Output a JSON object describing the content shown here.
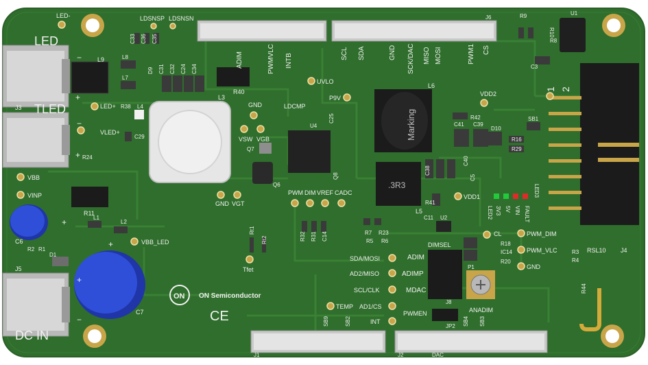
{
  "board": {
    "colors": {
      "pcb": "#2f6e2c",
      "pcb_dark": "#245a22",
      "silk": "#f2f2f2",
      "copper": "#c9a54a",
      "pad": "#d9c07a",
      "header_black": "#1b1b1b",
      "cap_blue": "#2f4fd8"
    },
    "company": "ON Semiconductor",
    "mark": "CE",
    "connectors": {
      "led": "LED",
      "tled": "TLED",
      "dc_in": "DC IN",
      "j3": "J3",
      "j5": "J5",
      "j6": "J6",
      "j4": "J4",
      "j1": "J1",
      "j2": "J2"
    },
    "top_header_labels": [
      "ADIM",
      "PWMVLC",
      "INTB",
      "SCL",
      "SDA",
      "GND",
      "SCK/DAC",
      "MISO",
      "MOSI",
      "PWM1",
      "CS"
    ],
    "test_points": {
      "led_minus": "LED-",
      "ldsnsp": "LDSNSP",
      "ldsnsn": "LDSNSN",
      "led_plus": "LED+",
      "vled_plus": "VLED+",
      "vbb": "VBB",
      "vinp": "VINP",
      "vbb_led": "VBB_LED",
      "uvlo": "UVLO",
      "p9v": "P9V",
      "gnd_top": "GND",
      "ldcmp": "LDCMP",
      "vsw": "VSW",
      "vgb": "VGB",
      "gnd_bot": "GND",
      "vgt": "VGT",
      "pwm": "PWM",
      "dim": "DIM",
      "vref": "VREF",
      "cadc": "CADC",
      "vdd1": "VDD1",
      "vdd2": "VDD2",
      "tfet": "Tfet",
      "pwm_dim": "PWM_DIM",
      "pwm_vlc": "PWM_VLC",
      "gnd_right": "GND",
      "cl": "CL"
    },
    "spi_labels": [
      "SDA/MOSI",
      "AD2/MISO",
      "SCL/CLK",
      "TEMP",
      "AD1/CS",
      "INT"
    ],
    "dimsel": {
      "title": "DIMSEL",
      "options": [
        "ADIM",
        "ADIMP",
        "MDAC"
      ],
      "pwmen": "PWMEN",
      "j8": "J8",
      "jp2": "JP2",
      "p1": "P1",
      "anadim": "ANADIM"
    },
    "inductors": {
      "l6_marking": "Marking",
      "l5_marking": ".3R3",
      "l6": "L6",
      "l5": "L5",
      "l3": "L3",
      "l9": "L9",
      "l8": "L8",
      "l7": "L7",
      "l4": "L4",
      "l1": "L1",
      "l2": "L2"
    },
    "led_indicators": {
      "labels": [
        "LED2",
        "3V3",
        "5V",
        "VIN",
        "FAULT",
        "LED3"
      ],
      "colors": [
        "#22c93a",
        "#22c93a",
        "#e02a2a",
        "#e02a2a"
      ]
    },
    "refdes": {
      "c33": "C33",
      "c36": "C36",
      "c35": "C35",
      "c31": "C31",
      "c32": "C32",
      "c24": "C24",
      "c34": "C34",
      "d9": "D9",
      "r40": "R40",
      "r38": "R38",
      "c29": "C29",
      "r24": "R24",
      "u4": "U4",
      "q7": "Q7",
      "q6": "Q6",
      "c25": "C25",
      "q8": "Q8",
      "r42": "R42",
      "c41": "C41",
      "c39": "C39",
      "d10": "D10",
      "sb1": "SB1",
      "r16": "R16",
      "r29": "R29",
      "c38": "C38",
      "c40": "C40",
      "c5": "C5",
      "r41": "R41",
      "r11": "R11",
      "c6": "C6",
      "r2": "R2",
      "r1": "R1",
      "d1": "D1",
      "c7": "C7",
      "rt1": "Rt1",
      "rt2": "Rt2",
      "r32": "R32",
      "r31": "R31",
      "c14": "C14",
      "r7": "R7",
      "r5": "R5",
      "r23": "R23",
      "r6": "R6",
      "c11": "C11",
      "u2": "U2",
      "d1b": "D1",
      "r9": "R9",
      "u1": "U1",
      "r10": "R10",
      "r8": "R8",
      "c3": "C3",
      "r3": "R3",
      "r4": "R4",
      "r18": "R18",
      "ic14": "IC14",
      "r20": "R20",
      "rsl10": "RSL10",
      "r44": "R44",
      "sb9": "SB9",
      "sb2": "SB2",
      "sb4": "SB4",
      "sb3": "SB3",
      "dac": "DAC",
      "n1": "1",
      "n2": "2"
    }
  }
}
